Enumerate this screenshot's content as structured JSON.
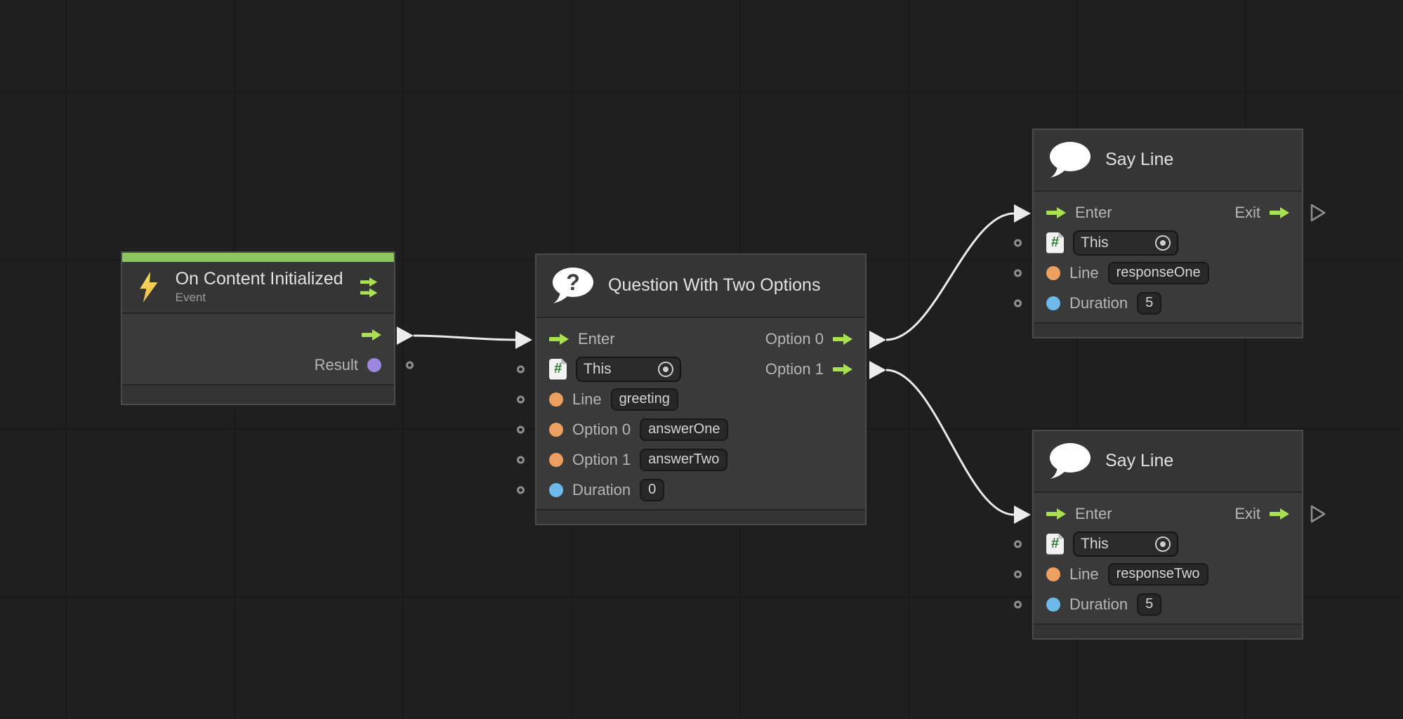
{
  "canvas": {
    "background": "#1f1f20",
    "grid_line": "#19191a",
    "wire_color": "#ececec"
  },
  "palette": {
    "flow_green": "#a9e14f",
    "event_strip_green": "#8cc45e",
    "string_port_orange": "#eda05f",
    "number_port_blue": "#6db9e9",
    "result_port_purple": "#9c87e0",
    "hash_icon_green": "#2e7d32",
    "node_body": "#3a3a3b",
    "node_header": "#353536",
    "node_border": "#4b4b4d"
  },
  "icons": {
    "hash_glyph": "#",
    "question_glyph": "?"
  },
  "nodes": {
    "event": {
      "title": "On Content Initialized",
      "subtitle": "Event",
      "result_label": "Result"
    },
    "question": {
      "title": "Question With Two Options",
      "enter_label": "Enter",
      "this_value": "This",
      "line_label": "Line",
      "line_value": "greeting",
      "option0_label": "Option 0",
      "option0_value": "answerOne",
      "option1_label": "Option 1",
      "option1_value": "answerTwo",
      "duration_label": "Duration",
      "duration_value": "0",
      "out_option0_label": "Option 0",
      "out_option1_label": "Option 1"
    },
    "say_top": {
      "title": "Say Line",
      "enter_label": "Enter",
      "exit_label": "Exit",
      "this_value": "This",
      "line_label": "Line",
      "line_value": "responseOne",
      "duration_label": "Duration",
      "duration_value": "5"
    },
    "say_bottom": {
      "title": "Say Line",
      "enter_label": "Enter",
      "exit_label": "Exit",
      "this_value": "This",
      "line_label": "Line",
      "line_value": "responseTwo",
      "duration_label": "Duration",
      "duration_value": "5"
    }
  }
}
